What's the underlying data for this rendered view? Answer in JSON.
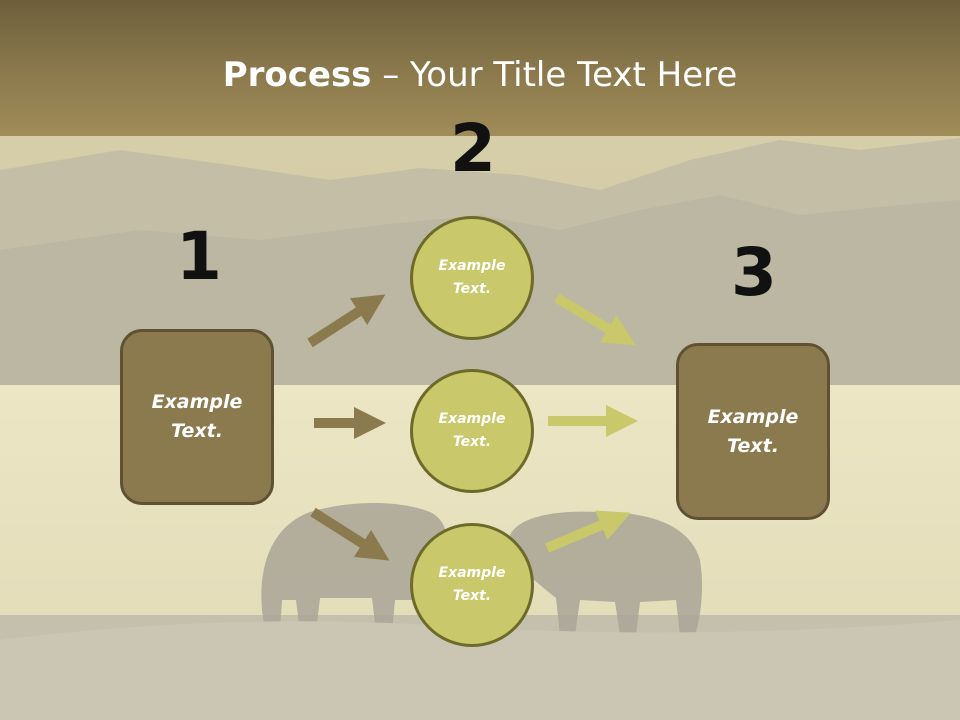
{
  "slide": {
    "title_bold": "Process",
    "title_rest": " – Your Title Text Here",
    "steps": [
      {
        "number": "1",
        "text_line1": "Example",
        "text_line2": "Text."
      },
      {
        "number": "2"
      },
      {
        "number": "3",
        "text_line1": "Example",
        "text_line2": "Text."
      }
    ],
    "circles": [
      {
        "text_line1": "Example",
        "text_line2": "Text."
      },
      {
        "text_line1": "Example",
        "text_line2": "Text."
      },
      {
        "text_line1": "Example",
        "text_line2": "Text."
      }
    ]
  },
  "colors": {
    "title_band": "#8c7a4d",
    "box_fill": "#8c7a4f",
    "circle_fill": "#c9c86a",
    "arrow_brown": "#8c7a4f",
    "arrow_olive": "#c9c86a"
  }
}
